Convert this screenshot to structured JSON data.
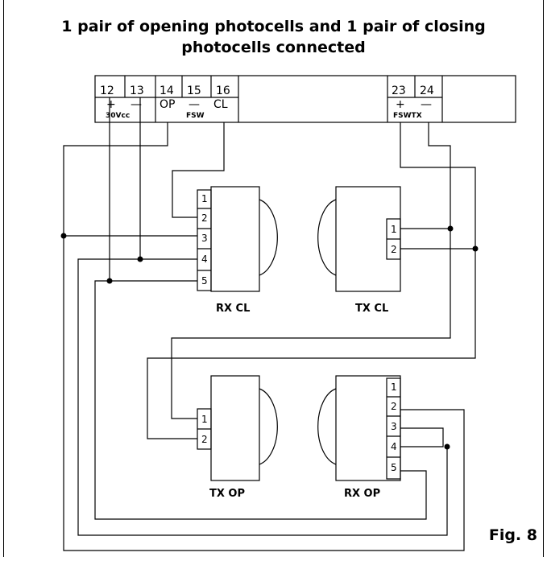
{
  "title_line1": "1 pair of opening photocells and 1 pair of closing",
  "title_line2": "photocells connected",
  "fig_label": "Fig. 8",
  "terminal_block": {
    "terminals": [
      "12",
      "13",
      "14",
      "15",
      "16",
      "23",
      "24"
    ],
    "symbols": [
      "+",
      "—",
      "OP",
      "—",
      "CL",
      "+",
      "—"
    ],
    "group_labels": [
      "30Vcc",
      "FSW",
      "FSWTX"
    ]
  },
  "devices": {
    "rx_cl": {
      "label": "RX CL",
      "pins": [
        "1",
        "2",
        "3",
        "4",
        "5"
      ]
    },
    "tx_cl": {
      "label": "TX CL",
      "pins": [
        "1",
        "2"
      ]
    },
    "tx_op": {
      "label": "TX OP",
      "pins": [
        "1",
        "2"
      ]
    },
    "rx_op": {
      "label": "RX OP",
      "pins": [
        "1",
        "2",
        "3",
        "4",
        "5"
      ]
    }
  }
}
